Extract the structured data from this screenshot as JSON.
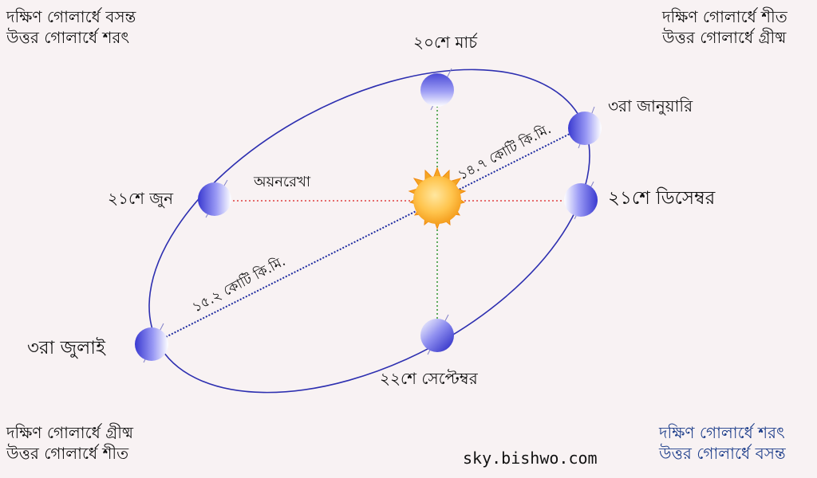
{
  "corners": {
    "top_left": [
      "দক্ষিণ গোলার্ধে বসন্ত",
      "উত্তর গোলার্ধে শরৎ"
    ],
    "top_right": [
      "দক্ষিণ গোলার্ধে শীত",
      "উত্তর গোলার্ধে গ্রীষ্ম"
    ],
    "bottom_left": [
      "দক্ষিণ গোলার্ধে গ্রীষ্ম",
      "উত্তর গোলার্ধে শীত"
    ],
    "bottom_right": [
      "দক্ষিণ গোলার্ধে শরৎ",
      "উত্তর গোলার্ধে বসন্ত"
    ]
  },
  "dates": {
    "march": "২০শে মার্চ",
    "january": "৩রা জানুয়ারি",
    "december": "২১শে ডিসেম্বর",
    "june": "২১শে জুন",
    "july": "৩রা জুলাই",
    "september": "২২শে সেপ্টেম্বর"
  },
  "labels": {
    "orbit": "অয়নরেখা",
    "perihelion_distance": "১৪.৭ কোটি কি.মি.",
    "aphelion_distance": "১৫.২ কোটি কি.মি."
  },
  "website": "sky.bishwo.com",
  "colors": {
    "background": "#f8f2f3",
    "orbit": "#2d2fb0",
    "sun": "#f5a623",
    "earth": "#6f6ff0",
    "solstice_line": "#e04040",
    "equinox_line": "#3a9a3a"
  }
}
